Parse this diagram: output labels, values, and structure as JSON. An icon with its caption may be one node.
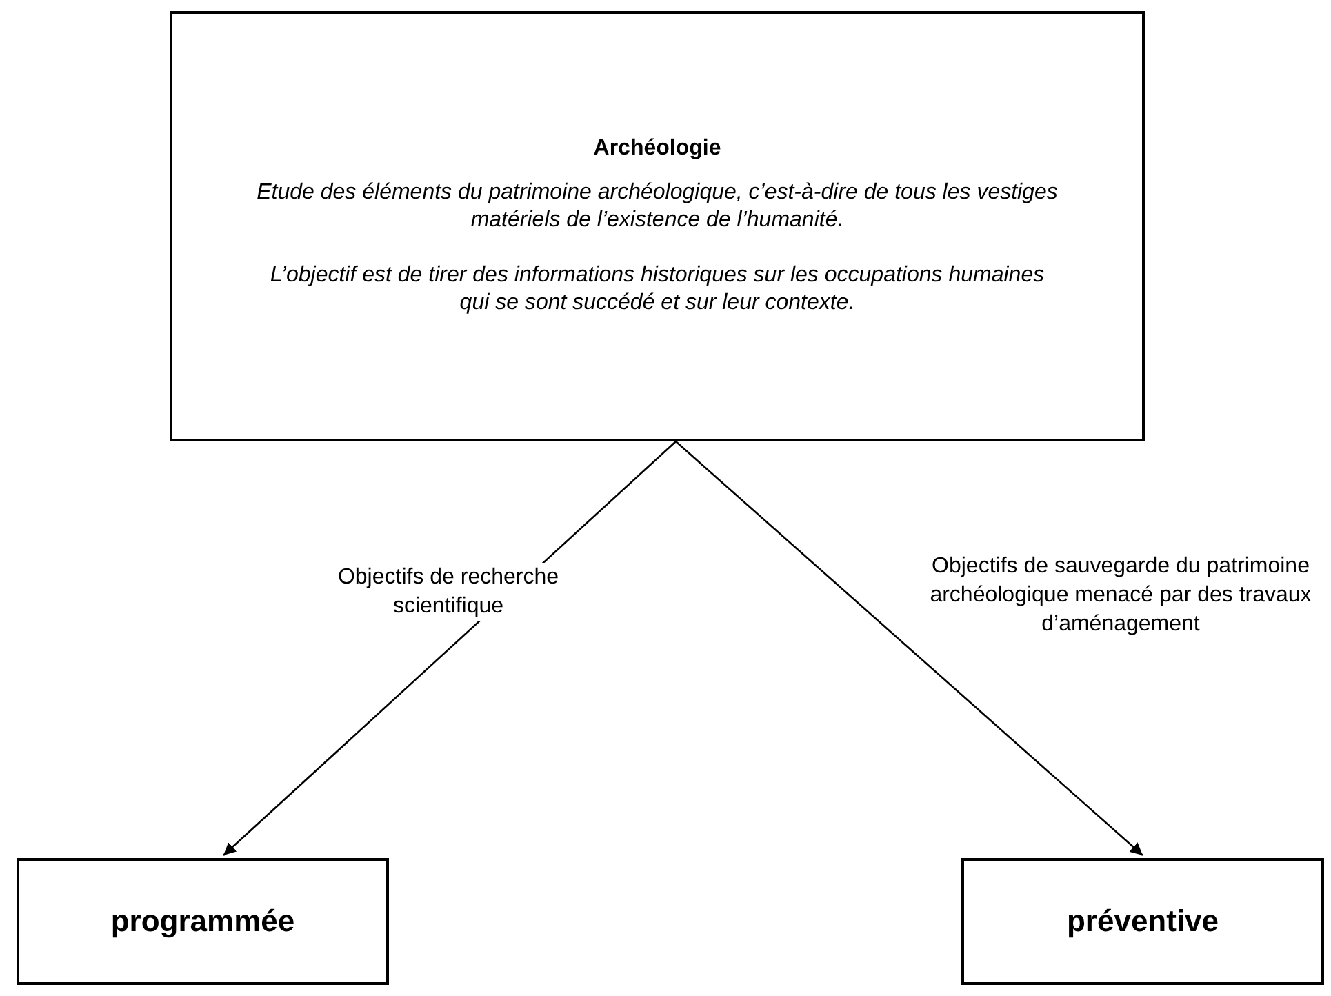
{
  "diagram": {
    "nodes": [
      {
        "text": [
          "Archéologie",
          "Etude des éléments du patrimoine archéologique, c’est-à-dire de tous les vestiges matériels de l’existence de l’humanité.",
          "L’objectif est de tirer des informations historiques sur les occupations humaines qui se sont succédé et sur leur contexte."
        ]
      },
      {
        "text": [
          "programmée"
        ]
      },
      {
        "text": [
          "préventive"
        ]
      }
    ],
    "edges": [
      {
        "from": 0,
        "to": 1,
        "arrow": "to",
        "label": "Objectifs de recherche scientifique"
      },
      {
        "from": 0,
        "to": 2,
        "arrow": "to",
        "label": "Objectifs de sauvegarde du patrimoine archéologique menacé par des travaux d’aménagement"
      }
    ]
  }
}
